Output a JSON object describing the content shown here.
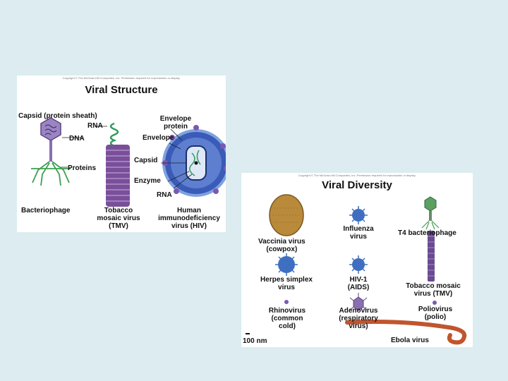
{
  "slide": {
    "background": "#dcecf0"
  },
  "structure": {
    "copyright": "Copyright © The McGraw-Hill Companies, Inc. Permission required for reproduction or display.",
    "title": "Viral Structure",
    "labels": {
      "capsid": "Capsid (protein sheath)",
      "rna_top": "RNA",
      "dna": "DNA",
      "proteins": "Proteins",
      "env_protein_1": "Envelope",
      "env_protein_2": "protein",
      "envelope": "Envelope",
      "capsid2": "Capsid",
      "enzyme": "Enzyme",
      "rna_bottom": "RNA",
      "bacteriophage": "Bacteriophage",
      "tmv_1": "Tobacco",
      "tmv_2": "mosaic virus",
      "tmv_3": "(TMV)",
      "hiv_1": "Human",
      "hiv_2": "immunodeficiency",
      "hiv_3": "virus (HIV)"
    },
    "colors": {
      "phage": "#8a6fb0",
      "tail_fibers": "#3da050",
      "tmv": "#7a4f9a",
      "rna": "#2e9a5a",
      "hiv": "#3a5bb8"
    }
  },
  "diversity": {
    "copyright": "Copyright © The McGraw-Hill Companies, Inc. Permission required for reproduction or display.",
    "title": "Viral Diversity",
    "labels": {
      "vaccinia_1": "Vaccinia virus",
      "vaccinia_2": "(cowpox)",
      "influenza_1": "Influenza",
      "influenza_2": "virus",
      "t4": "T4 bacteriophage",
      "herpes_1": "Herpes simplex",
      "herpes_2": "virus",
      "hiv1_1": "HIV-1",
      "hiv1_2": "(AIDS)",
      "tmv_1": "Tobacco mosaic",
      "tmv_2": "virus (TMV)",
      "rhino_1": "Rhinovirus",
      "rhino_2": "(common",
      "rhino_3": "cold)",
      "adeno_1": "Adenovirus",
      "adeno_2": "(respiratory",
      "adeno_3": "virus)",
      "polio_1": "Poliovirus",
      "polio_2": "(polio)",
      "scale": "100 nm",
      "ebola": "Ebola virus"
    },
    "colors": {
      "vaccinia": "#b98a3a",
      "spiky": "#3f6fc0",
      "tmv": "#6a4a90",
      "ebola": "#c0552e"
    }
  }
}
